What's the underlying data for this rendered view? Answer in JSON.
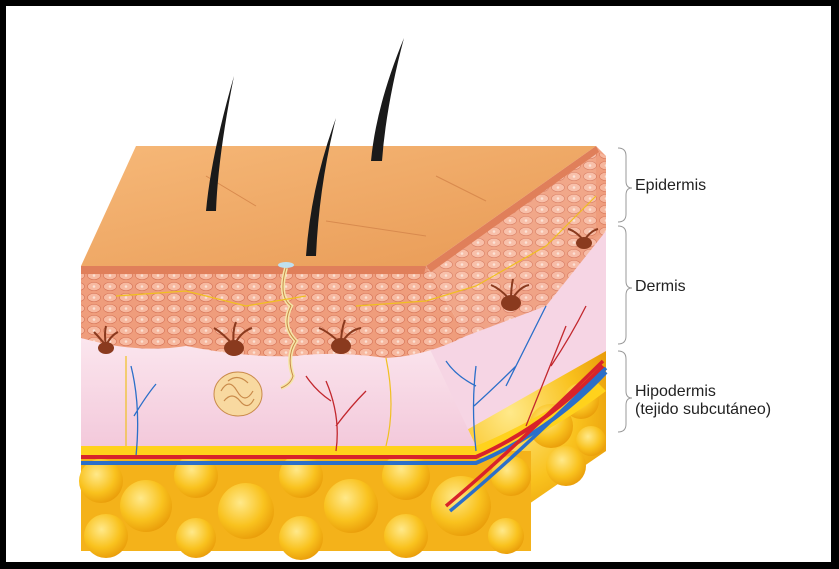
{
  "labels": {
    "epidermis": "Epidermis",
    "dermis": "Dermis",
    "hipodermis": "Hipodermis",
    "hipodermis_sub": "(tejido subcutáneo)"
  },
  "colors": {
    "skin_surface": "#f2a865",
    "epidermis_cells": "#f0a07a",
    "dermis": "#f8dcea",
    "fat": "#f7b81c",
    "artery": "#d8232a",
    "vein": "#2b6fc9",
    "melanocyte": "#8a3a1e",
    "hair": "#1a1a1a"
  },
  "icons": [
    "hair-icon",
    "sweat-gland-icon",
    "melanocyte-icon",
    "blood-vessel-icon",
    "fat-cell-icon"
  ]
}
